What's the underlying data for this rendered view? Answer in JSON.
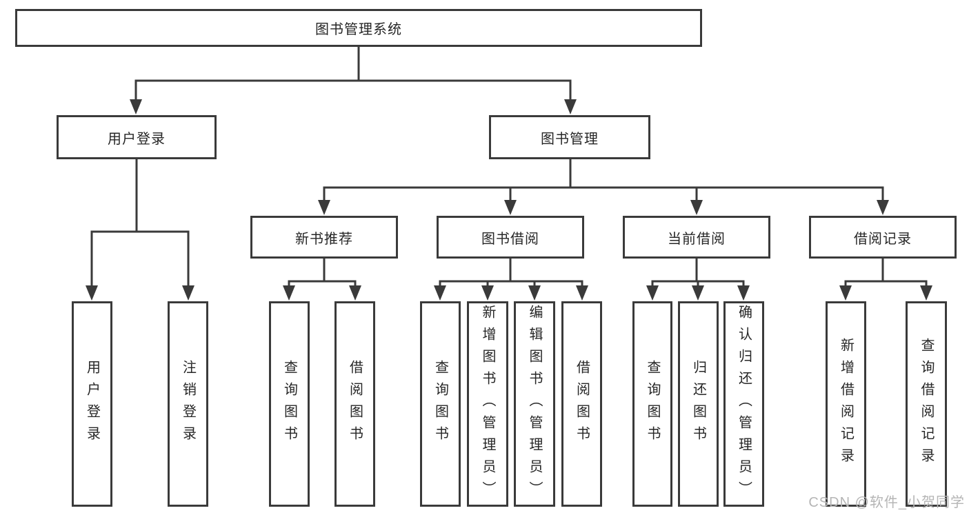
{
  "diagram_type": "hierarchy-tree",
  "colors": {
    "background": "#ffffff",
    "line": "#3a3a3a",
    "box_border": "#3a3a3a",
    "box_fill": "#ffffff",
    "text": "#262626",
    "watermark": "#b5b5b5"
  },
  "watermark": "CSDN @软件_小贺同学",
  "tree": {
    "label": "图书管理系统",
    "children": [
      {
        "label": "用户登录",
        "children": [
          {
            "label": "用户登录"
          },
          {
            "label": "注销登录"
          }
        ]
      },
      {
        "label": "图书管理",
        "children": [
          {
            "label": "新书推荐",
            "children": [
              {
                "label": "查询图书"
              },
              {
                "label": "借阅图书"
              }
            ]
          },
          {
            "label": "图书借阅",
            "children": [
              {
                "label": "查询图书"
              },
              {
                "label": "新增图书（管理员）"
              },
              {
                "label": "编辑图书（管理员）"
              },
              {
                "label": "借阅图书"
              }
            ]
          },
          {
            "label": "当前借阅",
            "children": [
              {
                "label": "查询图书"
              },
              {
                "label": "归还图书"
              },
              {
                "label": "确认归还（管理员）"
              }
            ]
          },
          {
            "label": "借阅记录",
            "children": [
              {
                "label": "新增借阅记录"
              },
              {
                "label": "查询借阅记录"
              }
            ]
          }
        ]
      }
    ]
  }
}
